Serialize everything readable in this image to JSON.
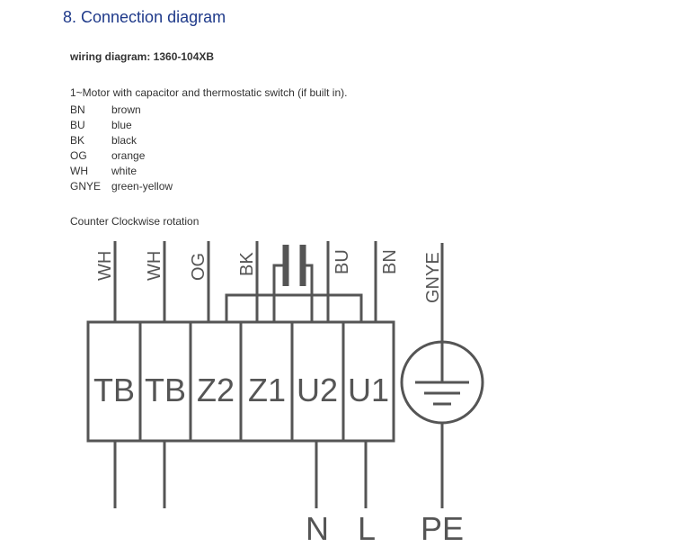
{
  "title": "8.  Connection diagram",
  "subtitle": "wiring diagram: 1360-104XB",
  "description": "1~Motor with capacitor and thermostatic switch (if built in).",
  "legend": [
    {
      "code": "BN",
      "color": "brown"
    },
    {
      "code": "BU",
      "color": "blue"
    },
    {
      "code": "BK",
      "color": "black"
    },
    {
      "code": "OG",
      "color": "orange"
    },
    {
      "code": "WH",
      "color": "white"
    },
    {
      "code": "GNYE",
      "color": "green-yellow"
    }
  ],
  "rotation": "Counter Clockwise rotation",
  "diagram": {
    "wires": [
      "WH",
      "WH",
      "OG",
      "BK",
      "BU",
      "BN",
      "GNYE"
    ],
    "terminals": [
      "TB",
      "TB",
      "Z2",
      "Z1",
      "U2",
      "U1"
    ],
    "supply": [
      "N",
      "L",
      "PE"
    ]
  }
}
